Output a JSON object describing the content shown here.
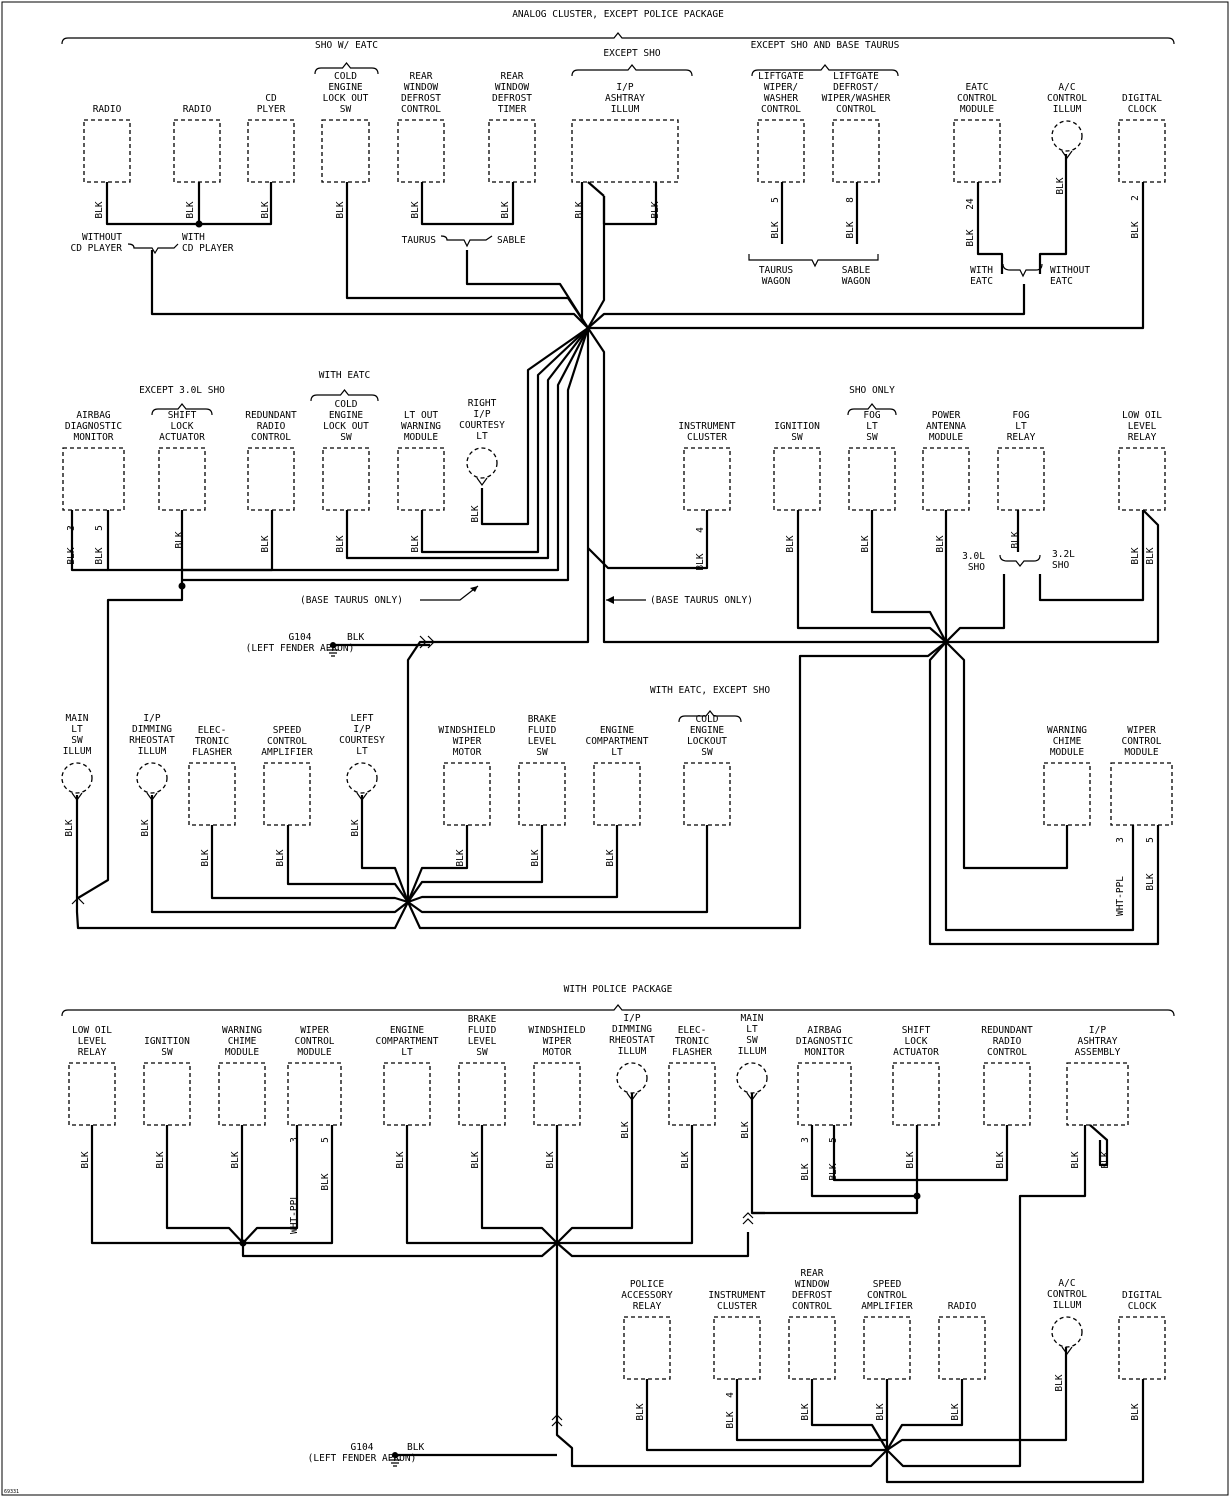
{
  "brackets": [
    {
      "label": "ANALOG CLUSTER, EXCEPT POLICE PACKAGE"
    },
    {
      "label": "SHO W/ EATC"
    },
    {
      "label": "EXCEPT SHO"
    },
    {
      "label": "EXCEPT SHO AND BASE TAURUS"
    },
    {
      "label": "EXCEPT 3.0L SHO"
    },
    {
      "label": "WITH EATC"
    },
    {
      "label": "SHO ONLY"
    },
    {
      "label": "WITH EATC, EXCEPT SHO"
    },
    {
      "label": "WITH POLICE PACKAGE"
    }
  ],
  "components": [
    {
      "name": "RADIO"
    },
    {
      "name": "RADIO"
    },
    {
      "name": "CD\nPLYER"
    },
    {
      "name": "COLD\nENGINE\nLOCK OUT\nSW"
    },
    {
      "name": "REAR\nWINDOW\nDEFROST\nCONTROL"
    },
    {
      "name": "REAR\nWINDOW\nDEFROST\nTIMER"
    },
    {
      "name": "I/P\nASHTRAY\nILLUM"
    },
    {
      "name": "LIFTGATE\nWIPER/\nWASHER\nCONTROL"
    },
    {
      "name": "LIFTGATE\nDEFROST/\nWIPER/WASHER\nCONTROL"
    },
    {
      "name": "EATC\nCONTROL\nMODULE"
    },
    {
      "name": "A/C\nCONTROL\nILLUM"
    },
    {
      "name": "DIGITAL\nCLOCK"
    },
    {
      "name": "AIRBAG\nDIAGNOSTIC\nMONITOR"
    },
    {
      "name": "SHIFT\nLOCK\nACTUATOR"
    },
    {
      "name": "REDUNDANT\nRADIO\nCONTROL"
    },
    {
      "name": "COLD\nENGINE\nLOCK OUT\nSW"
    },
    {
      "name": "LT OUT\nWARNING\nMODULE"
    },
    {
      "name": "RIGHT\nI/P\nCOURTESY\nLT"
    },
    {
      "name": "INSTRUMENT\nCLUSTER"
    },
    {
      "name": "IGNITION\nSW"
    },
    {
      "name": "FOG\nLT\nSW"
    },
    {
      "name": "POWER\nANTENNA\nMODULE"
    },
    {
      "name": "FOG\nLT\nRELAY"
    },
    {
      "name": "LOW OIL\nLEVEL\nRELAY"
    },
    {
      "name": "MAIN\nLT\nSW\nILLUM"
    },
    {
      "name": "I/P\nDIMMING\nRHEOSTAT\nILLUM"
    },
    {
      "name": "ELEC-\nTRONIC\nFLASHER"
    },
    {
      "name": "SPEED\nCONTROL\nAMPLIFIER"
    },
    {
      "name": "LEFT\nI/P\nCOURTESY\nLT"
    },
    {
      "name": "WINDSHIELD\nWIPER\nMOTOR"
    },
    {
      "name": "BRAKE\nFLUID\nLEVEL\nSW"
    },
    {
      "name": "ENGINE\nCOMPARTMENT\nLT"
    },
    {
      "name": "COLD\nENGINE\nLOCKOUT\nSW"
    },
    {
      "name": "WARNING\nCHIME\nMODULE"
    },
    {
      "name": "WIPER\nCONTROL\nMODULE"
    },
    {
      "name": "LOW OIL\nLEVEL\nRELAY"
    },
    {
      "name": "IGNITION\nSW"
    },
    {
      "name": "WARNING\nCHIME\nMODULE"
    },
    {
      "name": "WIPER\nCONTROL\nMODULE"
    },
    {
      "name": "ENGINE\nCOMPARTMENT\nLT"
    },
    {
      "name": "BRAKE\nFLUID\nLEVEL\nSW"
    },
    {
      "name": "WINDSHIELD\nWIPER\nMOTOR"
    },
    {
      "name": "I/P\nDIMMING\nRHEOSTAT\nILLUM"
    },
    {
      "name": "ELEC-\nTRONIC\nFLASHER"
    },
    {
      "name": "MAIN\nLT\nSW\nILLUM"
    },
    {
      "name": "AIRBAG\nDIAGNOSTIC\nMONITOR"
    },
    {
      "name": "SHIFT\nLOCK\nACTUATOR"
    },
    {
      "name": "REDUNDANT\nRADIO\nCONTROL"
    },
    {
      "name": "I/P\nASHTRAY\nASSEMBLY"
    },
    {
      "name": "POLICE\nACCESSORY\nRELAY"
    },
    {
      "name": "INSTRUMENT\nCLUSTER"
    },
    {
      "name": "REAR\nWINDOW\nDEFROST\nCONTROL"
    },
    {
      "name": "SPEED\nCONTROL\nAMPLIFIER"
    },
    {
      "name": "RADIO"
    },
    {
      "name": "A/C\nCONTROL\nILLUM"
    },
    {
      "name": "DIGITAL\nCLOCK"
    }
  ],
  "wire_labels": [
    {
      "text": "BLK"
    },
    {
      "text": "BLK"
    },
    {
      "text": "BLK"
    },
    {
      "text": "BLK"
    },
    {
      "text": "BLK"
    },
    {
      "text": "BLK"
    },
    {
      "text": "BLK"
    },
    {
      "text": "BLK"
    },
    {
      "text": "BLK"
    },
    {
      "text": "BLK"
    },
    {
      "text": "BLK"
    },
    {
      "text": "BLK"
    },
    {
      "text": "BLK"
    },
    {
      "text": "BLK"
    },
    {
      "text": "BLK"
    },
    {
      "text": "BLK"
    },
    {
      "text": "BLK"
    },
    {
      "text": "BLK"
    },
    {
      "text": "BLK"
    },
    {
      "text": "BLK"
    },
    {
      "text": "BLK"
    },
    {
      "text": "BLK"
    },
    {
      "text": "BLK"
    },
    {
      "text": "BLK"
    },
    {
      "text": "BLK"
    },
    {
      "text": "BLK"
    },
    {
      "text": "BLK"
    },
    {
      "text": "BLK"
    },
    {
      "text": "BLK"
    },
    {
      "text": "BLK"
    },
    {
      "text": "BLK"
    },
    {
      "text": "BLK"
    },
    {
      "text": "BLK"
    },
    {
      "text": "BLK"
    },
    {
      "text": "BLK"
    },
    {
      "text": "WHT-PPL"
    },
    {
      "text": "BLK"
    },
    {
      "text": "BLK"
    },
    {
      "text": "BLK"
    },
    {
      "text": "BLK"
    },
    {
      "text": "WHT-PPL"
    },
    {
      "text": "BLK"
    },
    {
      "text": "BLK"
    },
    {
      "text": "BLK"
    },
    {
      "text": "BLK"
    },
    {
      "text": "BLK"
    },
    {
      "text": "BLK"
    },
    {
      "text": "BLK"
    },
    {
      "text": "BLK"
    },
    {
      "text": "BLK"
    },
    {
      "text": "BLK"
    },
    {
      "text": "BLK"
    },
    {
      "text": "BLK"
    },
    {
      "text": "BLK"
    },
    {
      "text": "BLK"
    },
    {
      "text": "BLK"
    },
    {
      "text": "BLK"
    },
    {
      "text": "BLK"
    },
    {
      "text": "BLK"
    },
    {
      "text": "BLK"
    },
    {
      "text": "BLK"
    }
  ],
  "pin_numbers": [
    "5",
    "8",
    "24",
    "2",
    "3",
    "5",
    "4",
    "3",
    "5",
    "3",
    "5",
    "3",
    "5",
    "4"
  ],
  "options": [
    {
      "text": "WITHOUT\nCD PLAYER"
    },
    {
      "text": "WITH\nCD PLAYER"
    },
    {
      "text": "TAURUS"
    },
    {
      "text": "SABLE"
    },
    {
      "text": "TAURUS\nWAGON"
    },
    {
      "text": "SABLE\nWAGON"
    },
    {
      "text": "WITH\nEATC"
    },
    {
      "text": "WITHOUT\nEATC"
    },
    {
      "text": "3.0L\nSHO"
    },
    {
      "text": "3.2L\nSHO"
    }
  ],
  "notes": [
    {
      "text": "(BASE TAURUS ONLY)"
    },
    {
      "text": "(BASE TAURUS ONLY)"
    }
  ],
  "grounds": [
    {
      "id": "G104",
      "location": "(LEFT FENDER APRON)",
      "wire": "BLK"
    },
    {
      "id": "G104",
      "location": "(LEFT FENDER APRON)",
      "wire": "BLK"
    }
  ],
  "figure_id": "69331"
}
